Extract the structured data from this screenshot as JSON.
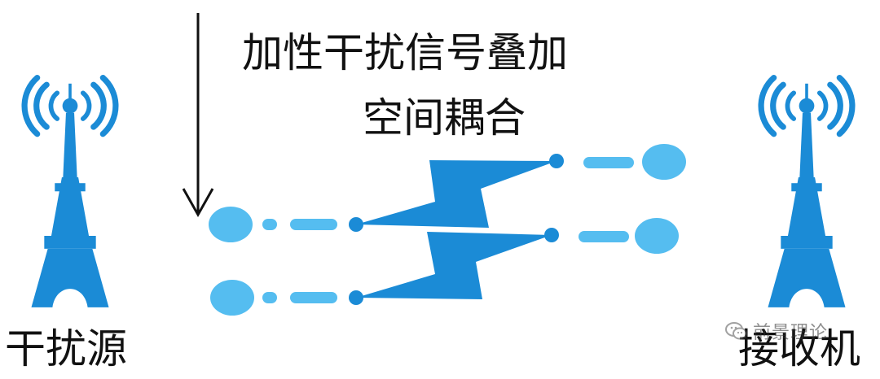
{
  "labels": {
    "top_line1": "加性干扰信号叠加",
    "top_line2": "空间耦合",
    "left_tower": "干扰源",
    "right_tower": "接收机",
    "watermark": "前景理论"
  },
  "colors": {
    "tower": "#1b8bd6",
    "signal": "#55bdf0",
    "arrow": "#111111",
    "text": "#111111"
  },
  "icons": {
    "left_tower": "radio-tower-icon",
    "right_tower": "radio-tower-icon",
    "interference": "lightning-bolt-icon",
    "watermark": "wechat-icon",
    "down_arrow": "arrow-down-icon"
  }
}
